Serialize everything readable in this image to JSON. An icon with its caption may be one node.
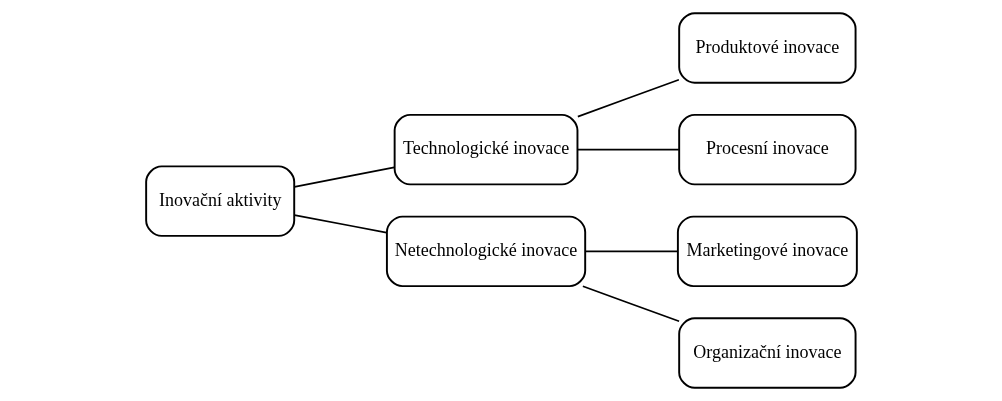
{
  "diagram": {
    "nodes": [
      {
        "text": [
          "Inovační aktivity"
        ]
      },
      {
        "text": [
          "Technologické inovace"
        ]
      },
      {
        "text": [
          "Netechnologické inovace"
        ]
      },
      {
        "text": [
          "Produktové inovace"
        ]
      },
      {
        "text": [
          "Procesní inovace"
        ]
      },
      {
        "text": [
          "Marketingové inovace"
        ]
      },
      {
        "text": [
          "Organizační inovace"
        ]
      }
    ],
    "edges": [
      {
        "from": 0,
        "to": 1,
        "arrow": "none"
      },
      {
        "from": 0,
        "to": 2,
        "arrow": "none"
      },
      {
        "from": 1,
        "to": 3,
        "arrow": "none"
      },
      {
        "from": 1,
        "to": 4,
        "arrow": "none"
      },
      {
        "from": 2,
        "to": 5,
        "arrow": "none"
      },
      {
        "from": 2,
        "to": 6,
        "arrow": "none"
      }
    ]
  }
}
